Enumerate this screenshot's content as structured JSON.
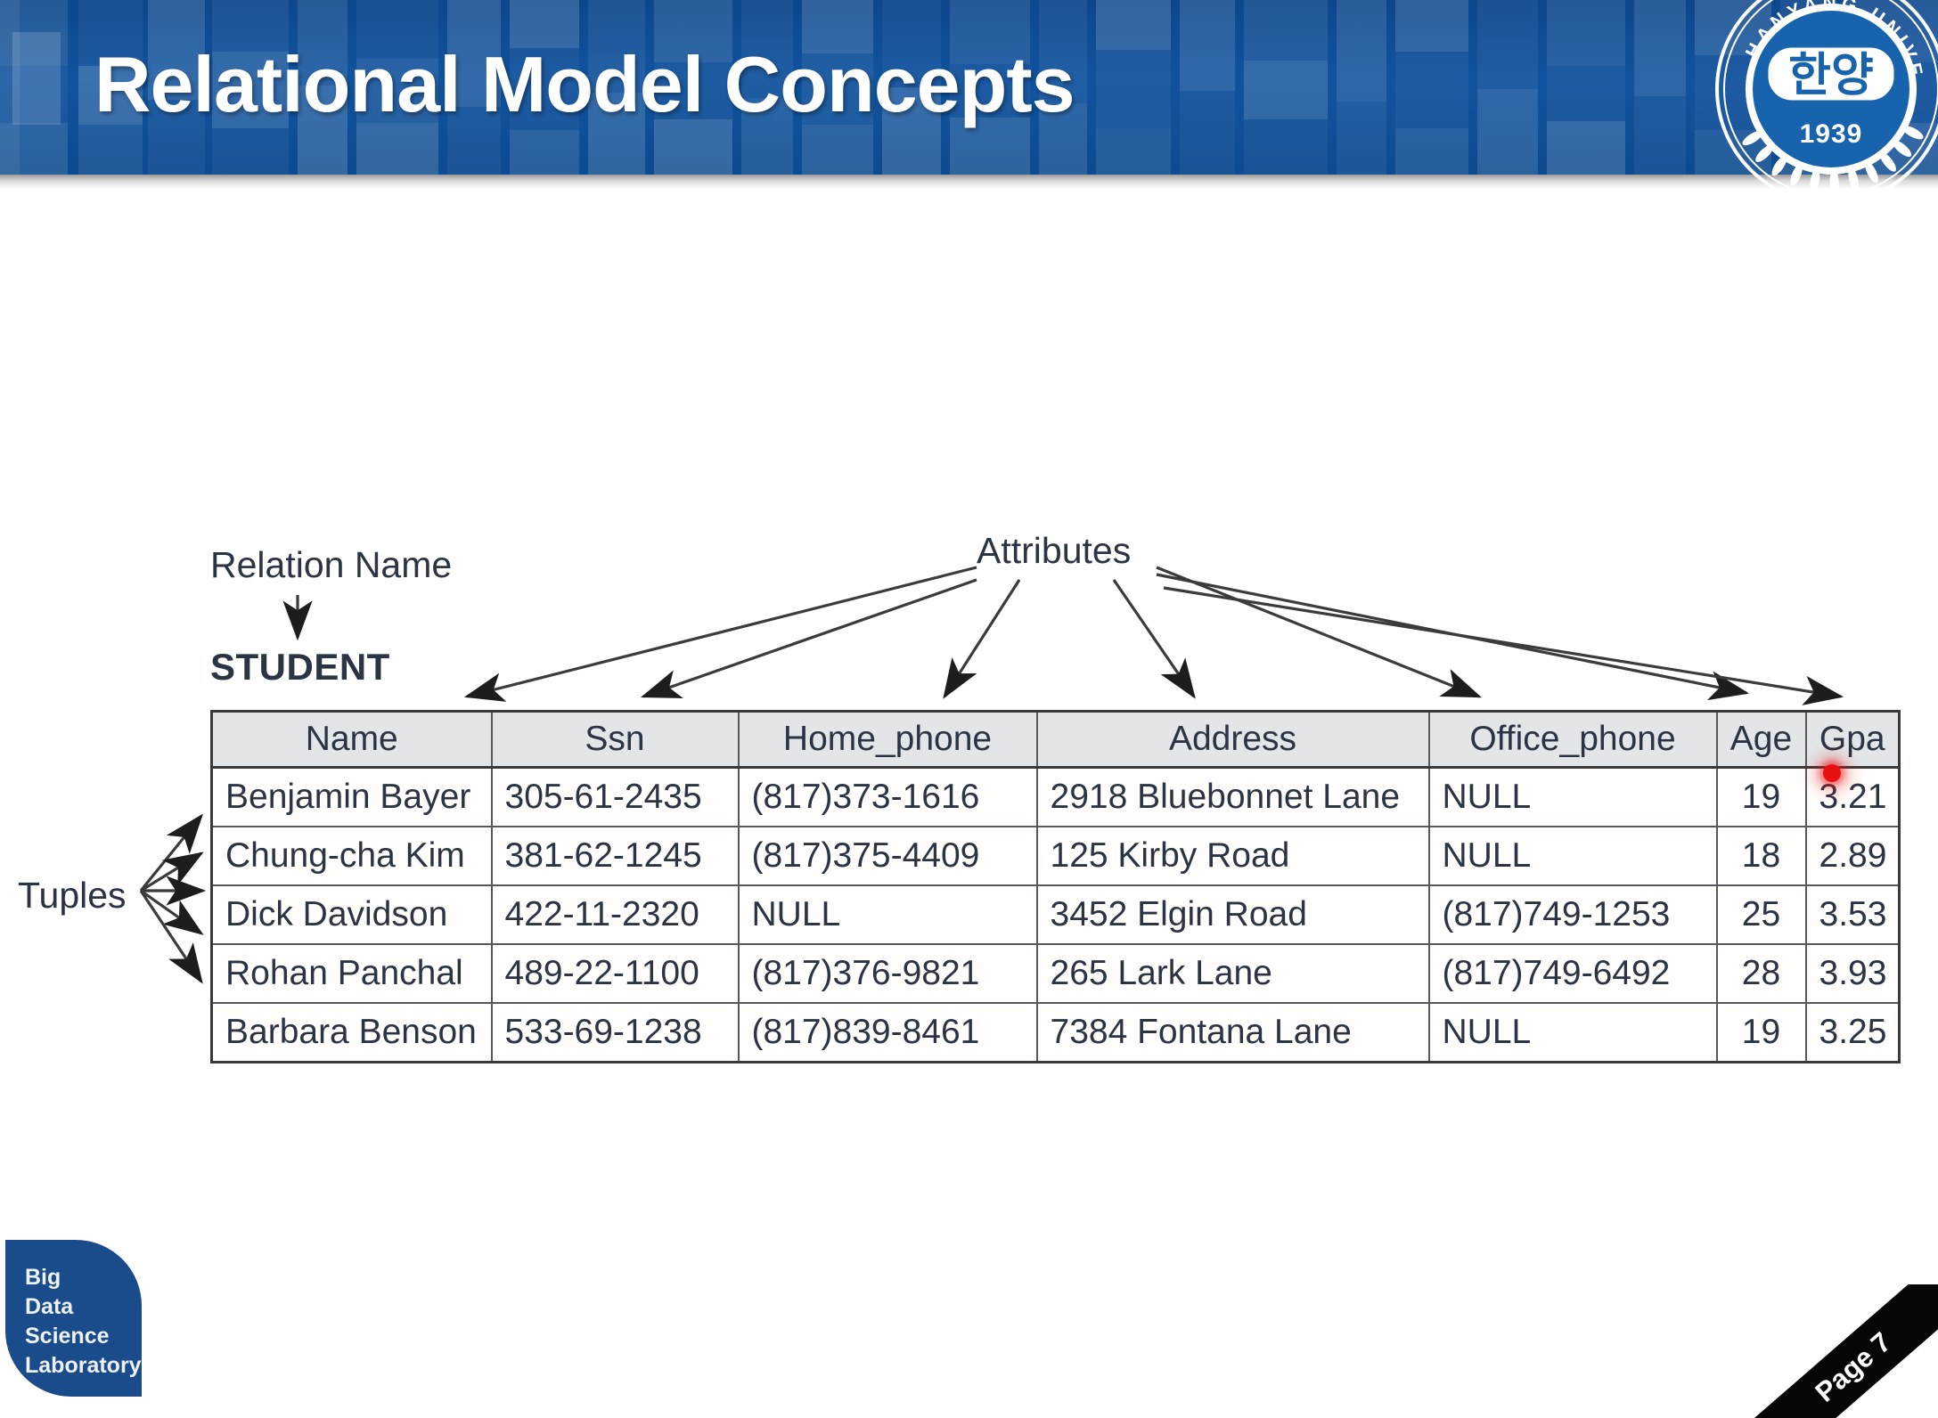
{
  "slide": {
    "title": "Relational Model Concepts",
    "page_label": "Page 7"
  },
  "brand": {
    "seal_text_arc": "HANYANG UNIVERSITY",
    "seal_hangul": "한양",
    "seal_year": "1939",
    "lab_lines": [
      "Big",
      "Data",
      "Science",
      "Laboratory"
    ],
    "banner_color": "#11539e",
    "lab_color": "#1a4c8b"
  },
  "annotations": {
    "relation_name": "Relation Name",
    "attributes": "Attributes",
    "tuples": "Tuples"
  },
  "relation": {
    "name": "STUDENT",
    "columns": [
      "Name",
      "Ssn",
      "Home_phone",
      "Address",
      "Office_phone",
      "Age",
      "Gpa"
    ],
    "rows": [
      {
        "Name": "Benjamin Bayer",
        "Ssn": "305-61-2435",
        "Home_phone": "(817)373-1616",
        "Address": "2918 Bluebonnet Lane",
        "Office_phone": "NULL",
        "Age": "19",
        "Gpa": "3.21"
      },
      {
        "Name": "Chung-cha Kim",
        "Ssn": "381-62-1245",
        "Home_phone": "(817)375-4409",
        "Address": "125 Kirby Road",
        "Office_phone": "NULL",
        "Age": "18",
        "Gpa": "2.89"
      },
      {
        "Name": "Dick Davidson",
        "Ssn": "422-11-2320",
        "Home_phone": "NULL",
        "Address": "3452 Elgin Road",
        "Office_phone": "(817)749-1253",
        "Age": "25",
        "Gpa": "3.53"
      },
      {
        "Name": "Rohan Panchal",
        "Ssn": "489-22-1100",
        "Home_phone": "(817)376-9821",
        "Address": "265 Lark Lane",
        "Office_phone": "(817)749-6492",
        "Age": "28",
        "Gpa": "3.93"
      },
      {
        "Name": "Barbara Benson",
        "Ssn": "533-69-1238",
        "Home_phone": "(817)839-8461",
        "Address": "7384 Fontana Lane",
        "Office_phone": "NULL",
        "Age": "19",
        "Gpa": "3.25"
      }
    ]
  },
  "cursor": {
    "type": "laser-dot",
    "color": "#e81010"
  }
}
